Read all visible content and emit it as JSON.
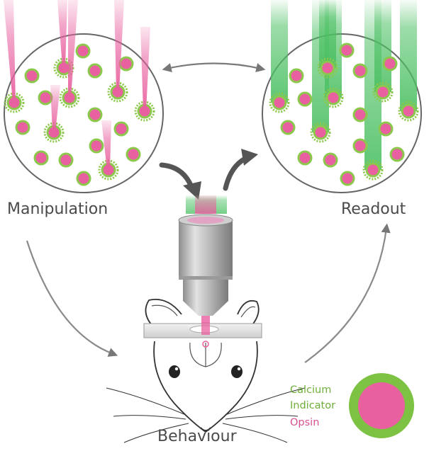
{
  "labels": {
    "manipulation": "Manipulation",
    "readout": "Readout",
    "behaviour": "Behaviour"
  },
  "legend": {
    "calcium": "Calcium",
    "indicator": "Indicator",
    "opsin": "Opsin",
    "calcium_color": "#7dc242",
    "opsin_color": "#e4579b"
  },
  "colors": {
    "cell_fill": "#e8609f",
    "indicator_ring": "#8cc84b",
    "laser_beam": "#e8609f",
    "fluorescence_beam": "#5cc06a",
    "arrow": "#777777",
    "objective": "#a6a6a6"
  },
  "icons": {
    "objective": "microscope-objective-icon",
    "mouse": "mouse-head-icon",
    "cell": "neuron-cell-icon"
  }
}
